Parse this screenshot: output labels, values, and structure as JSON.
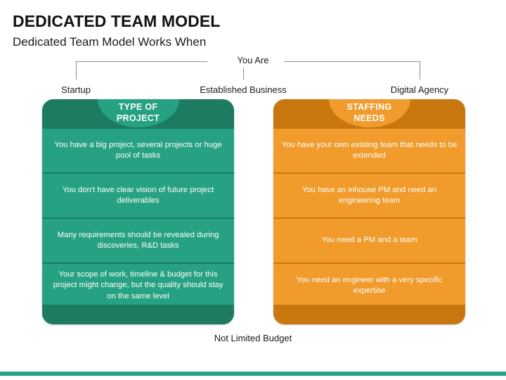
{
  "header": {
    "title": "DEDICATED TEAM MODEL",
    "subtitle": "Dedicated Team Model Works When"
  },
  "connector": {
    "center_label": "You Are",
    "nodes": [
      {
        "label": "Startup"
      },
      {
        "label": "Established Business"
      },
      {
        "label": "Digital Agency"
      }
    ]
  },
  "columns": [
    {
      "id": "type-of-project",
      "heading_line1": "TYPE OF",
      "heading_line2": "PROJECT",
      "color_dark": "#1c7b61",
      "color_light": "#27a183",
      "items": [
        "You have a big project, several projects or huge pool of tasks",
        "You don't have clear vision of future project deliverables",
        "Many requirements should be revealed during discoveries, R&D tasks",
        "Your scope of work, timeline & budget for this project might change, but the quality should stay on the  same level"
      ]
    },
    {
      "id": "staffing-needs",
      "heading_line1": "STAFFING",
      "heading_line2": "NEEDS",
      "color_dark": "#c8770f",
      "color_light": "#f09b2b",
      "items": [
        "You have your own existing team that needs to be extended",
        "You have an inhouse PM and need an engineering team",
        "You need a PM and a team",
        "You need an engineer with a very specific expertise"
      ]
    }
  ],
  "footer": {
    "caption": "Not Limited Budget",
    "bar_color": "#25a086"
  }
}
